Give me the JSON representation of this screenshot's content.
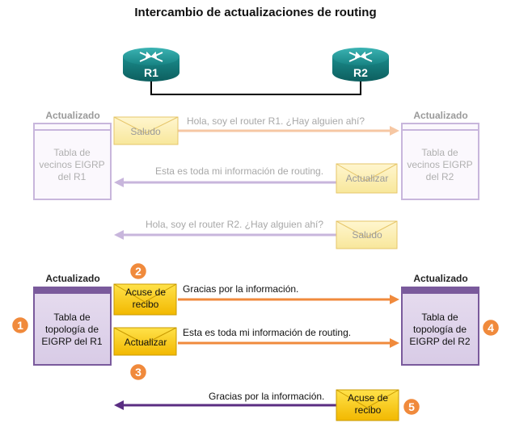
{
  "title": "Intercambio de actualizaciones de routing",
  "routers": {
    "r1": "R1",
    "r2": "R2"
  },
  "top": {
    "left_header": "Actualizado",
    "right_header": "Actualizado",
    "left_table": [
      "Tabla de",
      "vecinos EIGRP",
      "del R1"
    ],
    "right_table": [
      "Tabla de",
      "vecinos EIGRP",
      "del R2"
    ],
    "msg1": "Hola, soy el router R1. ¿Hay alguien ahí?",
    "env1": "Saludo",
    "msg2": "Esta es toda mi información de routing.",
    "env2": "Actualizar",
    "msg3": "Hola, soy el router R2. ¿Hay alguien ahí?",
    "env3": "Saludo"
  },
  "bottom": {
    "left_header": "Actualizado",
    "right_header": "Actualizado",
    "left_table": [
      "Tabla de",
      "topología de",
      "EIGRP del R1"
    ],
    "right_table": [
      "Tabla de",
      "topología de",
      "EIGRP del R2"
    ],
    "msg_ack": "Gracias por la información.",
    "env_ack": [
      "Acuse de",
      "recibo"
    ],
    "msg_update": "Esta es toda mi información de routing.",
    "env_update": "Actualizar",
    "msg_ack2": "Gracias por la información.",
    "env_ack2": [
      "Acuse de",
      "recibo"
    ],
    "steps": {
      "s1": "1",
      "s2": "2",
      "s3": "3",
      "s4": "4",
      "s5": "5"
    }
  },
  "colors": {
    "faded_purple": "#c8b6dc",
    "purple": "#7a5a9c",
    "dark_purple": "#5a2d82",
    "orange": "#f08a3c",
    "light_orange": "#f6c7a3",
    "teal": "#1d8c8c",
    "envelope_gold": "#f5c400",
    "envelope_pale": "#fbeeb0"
  }
}
